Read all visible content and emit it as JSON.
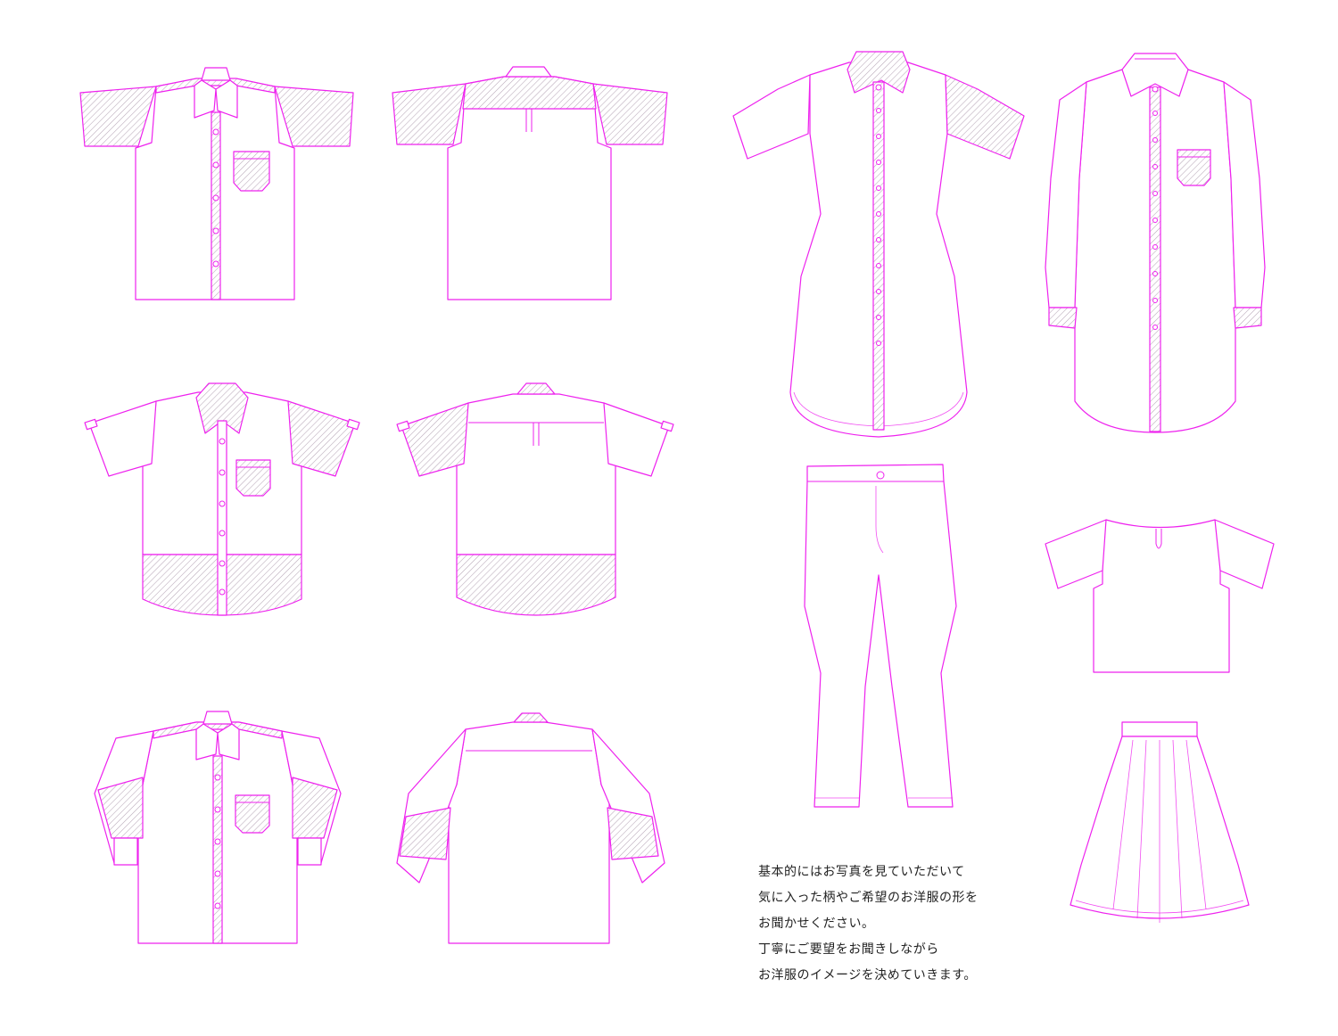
{
  "colors": {
    "line": "#ee22ee",
    "hatch": "#b8a8b8",
    "text": "#222222",
    "background": "#ffffff"
  },
  "caption": {
    "lines": [
      "基本的にはお写真を見ていただいて",
      "気に入った柄やご希望のお洋服の形を",
      "お聞かせください。",
      "丁寧にご要望をお聞きしながら",
      "お洋服のイメージを決めていきます。"
    ]
  },
  "garments": [
    {
      "name": "short-sleeve-shirt-front"
    },
    {
      "name": "short-sleeve-shirt-back"
    },
    {
      "name": "rolled-sleeve-shirt-front"
    },
    {
      "name": "rolled-sleeve-shirt-back"
    },
    {
      "name": "long-sleeve-shirt-front"
    },
    {
      "name": "long-sleeve-shirt-back"
    },
    {
      "name": "half-sleeve-shirt-dress"
    },
    {
      "name": "long-sleeve-shirt-dress"
    },
    {
      "name": "slim-pants"
    },
    {
      "name": "split-neck-blouse"
    },
    {
      "name": "gathered-skirt"
    }
  ]
}
